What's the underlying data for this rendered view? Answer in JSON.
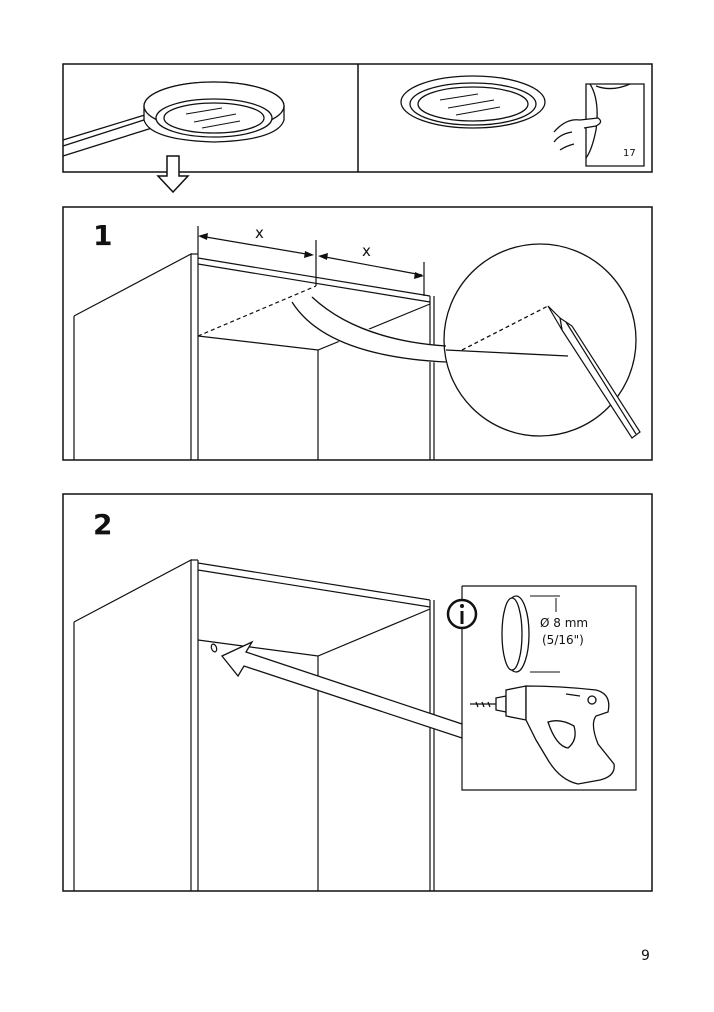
{
  "steps": [
    {
      "number": "1",
      "dimension_label": "x"
    },
    {
      "number": "2"
    }
  ],
  "top_panel": {
    "page_reference": "17"
  },
  "info_box": {
    "icon": "info-icon",
    "hole_diameter": "Ø 8 mm",
    "hole_diameter_imperial": "(5/16\")"
  },
  "page": {
    "number": "9"
  }
}
